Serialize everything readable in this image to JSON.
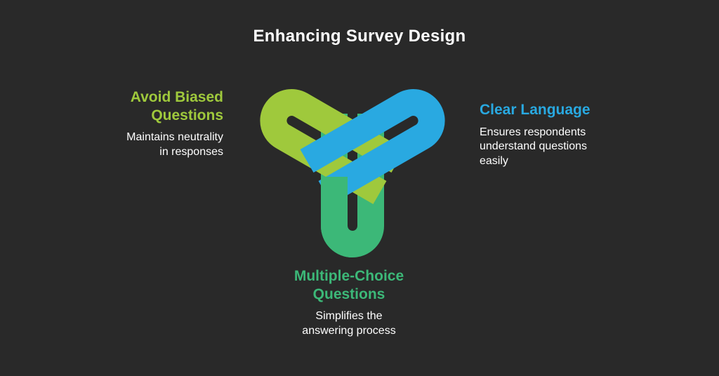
{
  "title": "Enhancing Survey Design",
  "colors": {
    "background": "#292929",
    "lime": "#9fc93c",
    "blue": "#29a9e1",
    "green": "#3cb878",
    "text": "#ffffff"
  },
  "nodes": {
    "left": {
      "label": "Avoid Biased\nQuestions",
      "description": "Maintains neutrality\nin responses"
    },
    "right": {
      "label": "Clear Language",
      "description": "Ensures respondents\nunderstand questions\neasily"
    },
    "bottom": {
      "label": "Multiple-Choice\nQuestions",
      "description": "Simplifies the\nanswering process"
    }
  }
}
